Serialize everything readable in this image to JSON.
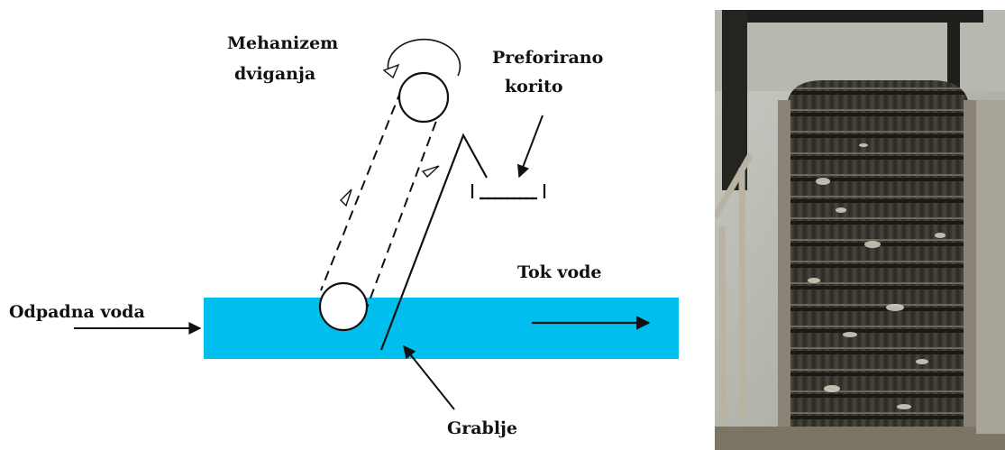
{
  "diagram": {
    "labels": {
      "lifting_mechanism_line1": "Mehanizem",
      "lifting_mechanism_line2": "dviganja",
      "perforated_trough_line1": "Preforirano",
      "perforated_trough_line2": "korito",
      "water_flow": "Tok vode",
      "waste_water": "Odpadna voda",
      "rake": "Grablje"
    },
    "colors": {
      "water": "#00bfef",
      "ink": "#111111"
    }
  },
  "photo": {
    "subject": "mechanical bar screen (rake conveyor) installation"
  }
}
